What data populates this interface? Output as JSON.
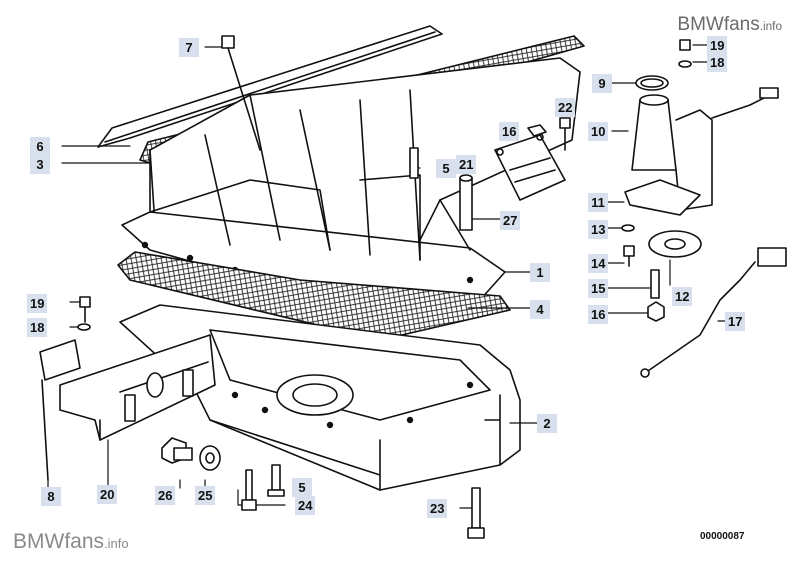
{
  "watermark": {
    "top_main": "BMWfans",
    "top_suffix": ".info",
    "bottom_main": "BMWfans",
    "bottom_suffix": ".info"
  },
  "part_number": "00000087",
  "callout_color": "#d7e0ec",
  "callouts": [
    {
      "id": "c7",
      "label": "7"
    },
    {
      "id": "c6",
      "label": "6"
    },
    {
      "id": "c3",
      "label": "3"
    },
    {
      "id": "c5a",
      "label": "5"
    },
    {
      "id": "c16a",
      "label": "16"
    },
    {
      "id": "c22",
      "label": "22"
    },
    {
      "id": "c21",
      "label": "21"
    },
    {
      "id": "c27",
      "label": "27"
    },
    {
      "id": "c1",
      "label": "1"
    },
    {
      "id": "c4",
      "label": "4"
    },
    {
      "id": "c19a",
      "label": "19"
    },
    {
      "id": "c18a",
      "label": "18"
    },
    {
      "id": "c9",
      "label": "9"
    },
    {
      "id": "c10",
      "label": "10"
    },
    {
      "id": "c11",
      "label": "11"
    },
    {
      "id": "c13",
      "label": "13"
    },
    {
      "id": "c14",
      "label": "14"
    },
    {
      "id": "c12",
      "label": "12"
    },
    {
      "id": "c15",
      "label": "15"
    },
    {
      "id": "c16b",
      "label": "16"
    },
    {
      "id": "c17",
      "label": "17"
    },
    {
      "id": "c19b",
      "label": "19"
    },
    {
      "id": "c18b",
      "label": "18"
    },
    {
      "id": "c2",
      "label": "2"
    },
    {
      "id": "c8",
      "label": "8"
    },
    {
      "id": "c20",
      "label": "20"
    },
    {
      "id": "c26",
      "label": "26"
    },
    {
      "id": "c25",
      "label": "25"
    },
    {
      "id": "c5b",
      "label": "5"
    },
    {
      "id": "c24",
      "label": "24"
    },
    {
      "id": "c23",
      "label": "23"
    }
  ]
}
